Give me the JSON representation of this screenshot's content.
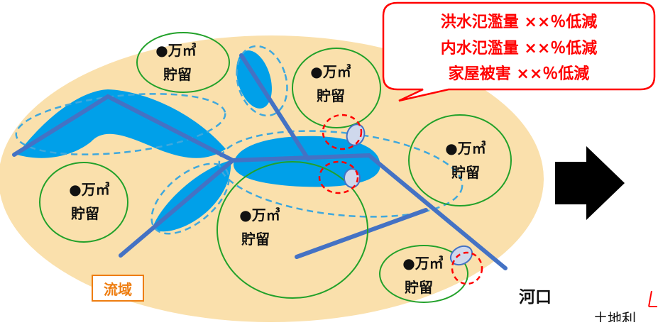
{
  "diagram": {
    "storage_unit": "●万㎥",
    "storage_label": "貯留",
    "callout": {
      "lines": [
        "洪水氾濫量 ××％低減",
        "内水氾濫量 ××％低減",
        "家屋被害 ××％低減"
      ]
    },
    "basin_label": "流域",
    "river_mouth_label": "河口",
    "cutoff_text": "土地利",
    "colors": {
      "basin_fill": "#fae0ac",
      "water_fill": "#00a0e9",
      "river_line": "#4472c4",
      "green_outline": "#22a12a",
      "red": "#ff0000",
      "callout_text": "#ff0000",
      "basin_label_text": "#ee7d10",
      "dashed_blue": "#3fa8dd"
    }
  }
}
